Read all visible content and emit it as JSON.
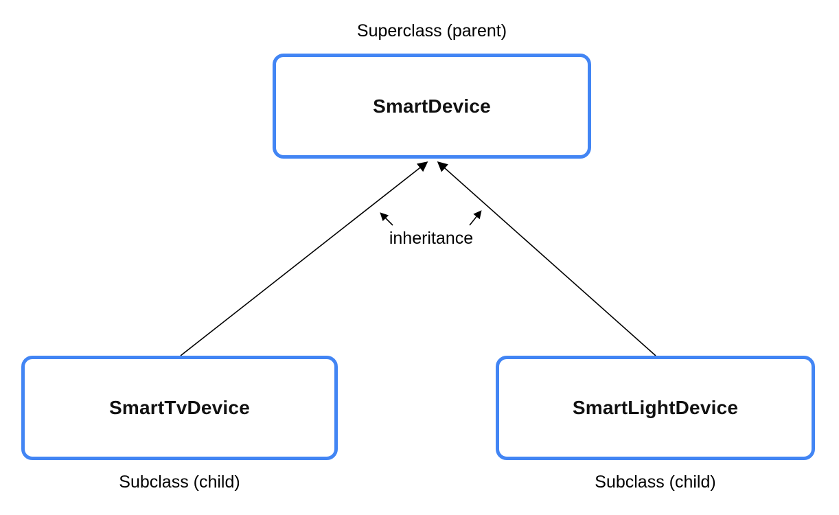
{
  "diagram": {
    "superclass": {
      "name": "SmartDevice",
      "role_label": "Superclass (parent)"
    },
    "subclasses": [
      {
        "name": "SmartTvDevice",
        "role_label": "Subclass (child)"
      },
      {
        "name": "SmartLightDevice",
        "role_label": "Subclass (child)"
      }
    ],
    "edge_label": "inheritance",
    "colors": {
      "box_border": "#4285F4",
      "box_background": "#FFFFFF",
      "arrow": "#000000",
      "text": "#000000"
    }
  }
}
